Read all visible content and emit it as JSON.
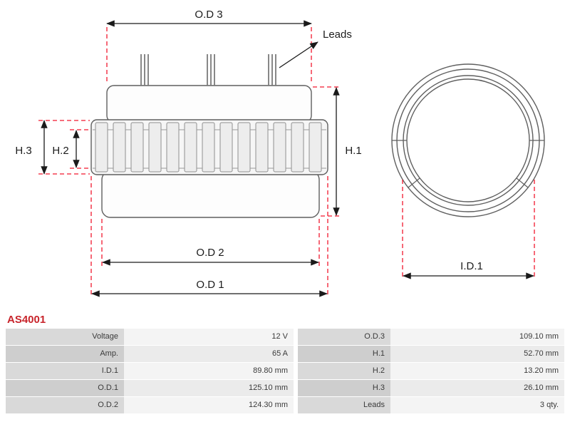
{
  "product": {
    "code": "AS4001"
  },
  "colors": {
    "accent_red": "#c8242b",
    "dimension_red": "#f2182e",
    "drawing_gray": "#5f5f5f"
  },
  "diagram": {
    "labels": {
      "od3": "O.D 3",
      "od2": "O.D 2",
      "od1": "O.D 1",
      "h1": "H.1",
      "h2": "H.2",
      "h3": "H.3",
      "id1": "I.D.1",
      "leads": "Leads"
    }
  },
  "table": {
    "rows": [
      {
        "l_label": "Voltage",
        "l_value": "12 V",
        "r_label": "O.D.3",
        "r_value": "109.10 mm"
      },
      {
        "l_label": "Amp.",
        "l_value": "65 A",
        "r_label": "H.1",
        "r_value": "52.70 mm"
      },
      {
        "l_label": "I.D.1",
        "l_value": "89.80 mm",
        "r_label": "H.2",
        "r_value": "13.20 mm"
      },
      {
        "l_label": "O.D.1",
        "l_value": "125.10 mm",
        "r_label": "H.3",
        "r_value": "26.10 mm"
      },
      {
        "l_label": "O.D.2",
        "l_value": "124.30 mm",
        "r_label": "Leads",
        "r_value": "3 qty."
      }
    ]
  }
}
